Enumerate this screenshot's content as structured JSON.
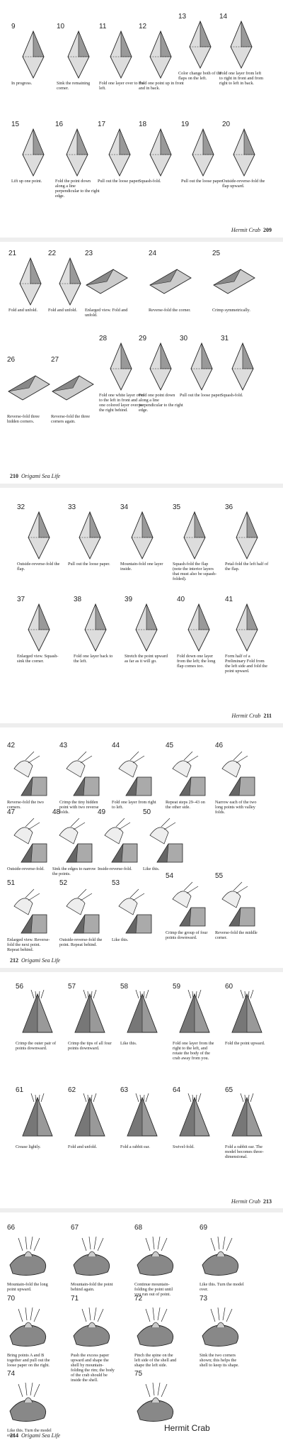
{
  "pages": [
    {
      "id": "209",
      "footer": {
        "title": "Hermit Crab",
        "page": "209"
      },
      "steps": [
        {
          "n": "9",
          "cap": "In progress."
        },
        {
          "n": "10",
          "cap": "Sink the remaining corner."
        },
        {
          "n": "11",
          "cap": "Fold one layer over to the left."
        },
        {
          "n": "12",
          "cap": "Fold one point up in front and in back."
        },
        {
          "n": "13",
          "cap": "Color change both of the flaps on the left."
        },
        {
          "n": "14",
          "cap": "Fold one layer from left to right in front and from right to left in back."
        },
        {
          "n": "15",
          "cap": "Lift up one point."
        },
        {
          "n": "16",
          "cap": "Fold the point down along a line perpendicular to the right edge."
        },
        {
          "n": "17",
          "cap": "Pull out the loose paper."
        },
        {
          "n": "18",
          "cap": "Squash-fold."
        },
        {
          "n": "19",
          "cap": "Pull out the loose paper."
        },
        {
          "n": "20",
          "cap": "Outside-reverse-fold the flap upward."
        }
      ]
    },
    {
      "id": "210",
      "footer": {
        "title": "Origami Sea Life",
        "page": "210"
      },
      "steps": [
        {
          "n": "21",
          "cap": "Fold and unfold."
        },
        {
          "n": "22",
          "cap": "Fold and unfold."
        },
        {
          "n": "23",
          "cap": "Enlarged view. Fold and unfold."
        },
        {
          "n": "24",
          "cap": "Reverse-fold the corner."
        },
        {
          "n": "25",
          "cap": "Crimp symmetrically."
        },
        {
          "n": "26",
          "cap": "Reverse-fold three hidden corners."
        },
        {
          "n": "27",
          "cap": "Reverse-fold the three corners again."
        },
        {
          "n": "28",
          "cap": "Fold one white layer over to the left in front and one colored layer over to the right behind."
        },
        {
          "n": "29",
          "cap": "Fold one point down along a line perpendicular to the right edge."
        },
        {
          "n": "30",
          "cap": "Pull out the loose paper."
        },
        {
          "n": "31",
          "cap": "Squash-fold."
        }
      ]
    },
    {
      "id": "211",
      "footer": {
        "title": "Hermit Crab",
        "page": "211"
      },
      "steps": [
        {
          "n": "32",
          "cap": "Outside-reverse-fold the flap."
        },
        {
          "n": "33",
          "cap": "Pull out the loose paper."
        },
        {
          "n": "34",
          "cap": "Mountain-fold one layer inside."
        },
        {
          "n": "35",
          "cap": "Squash-fold the flap (note the interior layers that must also be squash-folded)."
        },
        {
          "n": "36",
          "cap": "Petal-fold the left half of the flap."
        },
        {
          "n": "37",
          "cap": "Enlarged view. Squash-sink the corner."
        },
        {
          "n": "38",
          "cap": "Fold one layer back to the left."
        },
        {
          "n": "39",
          "cap": "Stretch the point upward as far as it will go."
        },
        {
          "n": "40",
          "cap": "Fold down one layer from the left; the long flap comes too."
        },
        {
          "n": "41",
          "cap": "Form half of a Preliminary Fold from the left side and fold the point upward."
        }
      ]
    },
    {
      "id": "212",
      "footer": {
        "title": "Origami Sea Life",
        "page": "212"
      },
      "steps": [
        {
          "n": "42",
          "cap": "Reverse-fold the two corners."
        },
        {
          "n": "43",
          "cap": "Crimp the tiny hidden point with two reverse folds."
        },
        {
          "n": "44",
          "cap": "Fold one layer from right to left."
        },
        {
          "n": "45",
          "cap": "Repeat steps 29–43 on the other side."
        },
        {
          "n": "46",
          "cap": "Narrow each of the two long points with valley folds."
        },
        {
          "n": "47",
          "cap": "Outside-reverse-fold."
        },
        {
          "n": "48",
          "cap": "Sink the edges to narrow the points."
        },
        {
          "n": "49",
          "cap": "Inside-reverse-fold."
        },
        {
          "n": "50",
          "cap": "Like this."
        },
        {
          "n": "51",
          "cap": "Enlarged view. Reverse-fold the next point. Repeat behind."
        },
        {
          "n": "52",
          "cap": "Outside-reverse-fold the point. Repeat behind."
        },
        {
          "n": "53",
          "cap": "Like this."
        },
        {
          "n": "54",
          "cap": "Crimp the group of four points downward."
        },
        {
          "n": "55",
          "cap": "Reverse-fold the middle corner."
        }
      ]
    },
    {
      "id": "213",
      "footer": {
        "title": "Hermit Crab",
        "page": "213"
      },
      "steps": [
        {
          "n": "56",
          "cap": "Crimp the outer pair of points downward."
        },
        {
          "n": "57",
          "cap": "Crimp the tips of all four points downward."
        },
        {
          "n": "58",
          "cap": "Like this."
        },
        {
          "n": "59",
          "cap": "Fold one layer from the right to the left, and rotate the body of the crab away from you."
        },
        {
          "n": "60",
          "cap": "Fold the point upward."
        },
        {
          "n": "61",
          "cap": "Crease lightly."
        },
        {
          "n": "62",
          "cap": "Fold and unfold."
        },
        {
          "n": "63",
          "cap": "Fold a rabbit ear."
        },
        {
          "n": "64",
          "cap": "Swivel-fold."
        },
        {
          "n": "65",
          "cap": "Fold a rabbit ear. The model becomes three-dimensional."
        }
      ]
    },
    {
      "id": "214",
      "footer": {
        "title": "Origami Sea Life",
        "page": "214"
      },
      "final_title": "Hermit Crab",
      "steps": [
        {
          "n": "66",
          "cap": "Mountain-fold the long point upward."
        },
        {
          "n": "67",
          "cap": "Mountain-fold the point behind again."
        },
        {
          "n": "68",
          "cap": "Continue mountain-folding the point until you run out of point."
        },
        {
          "n": "69",
          "cap": "Like this. Turn the model over."
        },
        {
          "n": "70",
          "cap": "Bring points A and B together and pull out the loose paper on the right."
        },
        {
          "n": "71",
          "cap": "Push the excess paper upward and shape the shell by mountain-folding the rim; the body of the crab should be inside the shell."
        },
        {
          "n": "72",
          "cap": "Pinch the spine on the left side of the shell and shape the left side."
        },
        {
          "n": "73",
          "cap": "Sink the two corners shown; this helps the shell to keep its shape."
        },
        {
          "n": "74",
          "cap": "Like this. Turn the model over."
        },
        {
          "n": "75",
          "cap": ""
        }
      ]
    }
  ]
}
